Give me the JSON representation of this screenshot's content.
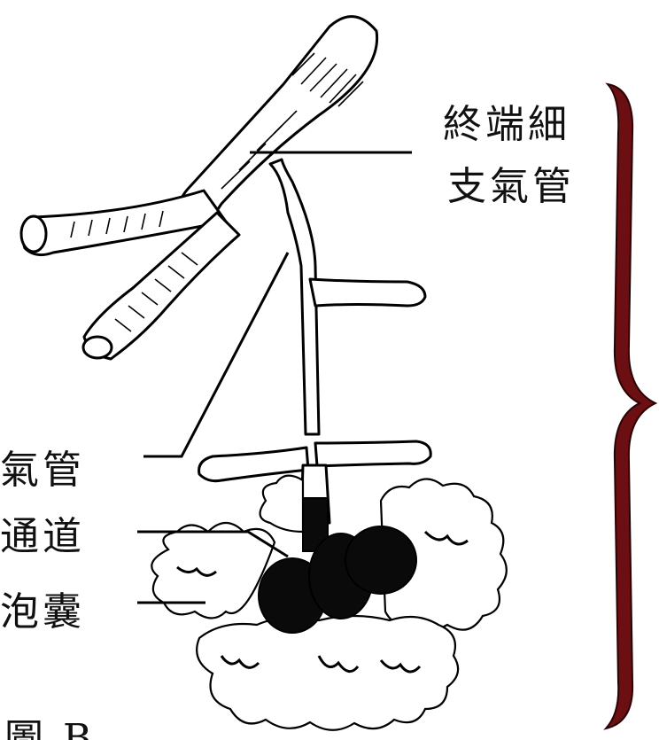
{
  "labels": {
    "terminal_bronchiole_line1": "終端細",
    "terminal_bronchiole_line2": "支氣管",
    "left_row1": "氣管",
    "left_row2": "通道",
    "left_row3": "泡囊",
    "figure_caption": "圖 B"
  },
  "colors": {
    "brace": "#6b0f12",
    "ink": "#000000",
    "background": "#ffffff"
  }
}
